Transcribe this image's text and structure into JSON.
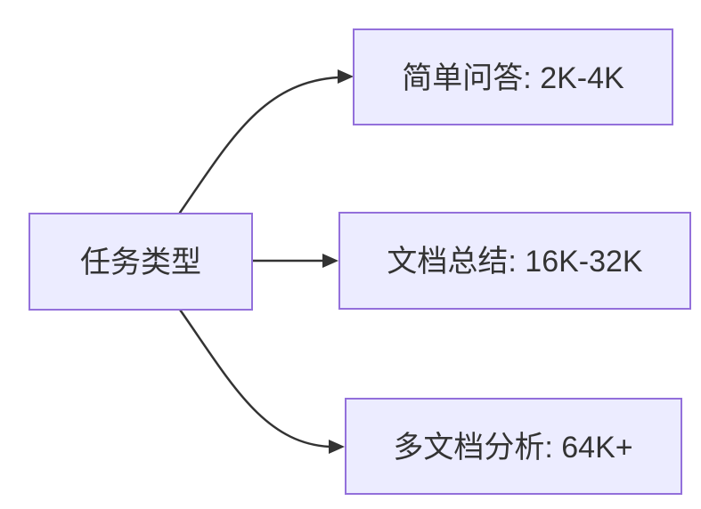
{
  "diagram": {
    "type": "flowchart",
    "direction": "left-to-right",
    "root": {
      "id": "task-type",
      "label": "任务类型"
    },
    "children": [
      {
        "id": "simple-qa",
        "label": "简单问答: 2K-4K"
      },
      {
        "id": "doc-summary",
        "label": "文档总结: 16K-32K"
      },
      {
        "id": "multi-doc",
        "label": "多文档分析: 64K+"
      }
    ],
    "edges": [
      {
        "from": "任务类型",
        "to": "简单问答: 2K-4K"
      },
      {
        "from": "任务类型",
        "to": "文档总结: 16K-32K"
      },
      {
        "from": "任务类型",
        "to": "多文档分析: 64K+"
      }
    ]
  },
  "colors": {
    "node_fill": "#ECECFF",
    "node_border": "#9370DB",
    "edge": "#333333",
    "label_text": "#333333",
    "background": "#FFFFFF"
  }
}
